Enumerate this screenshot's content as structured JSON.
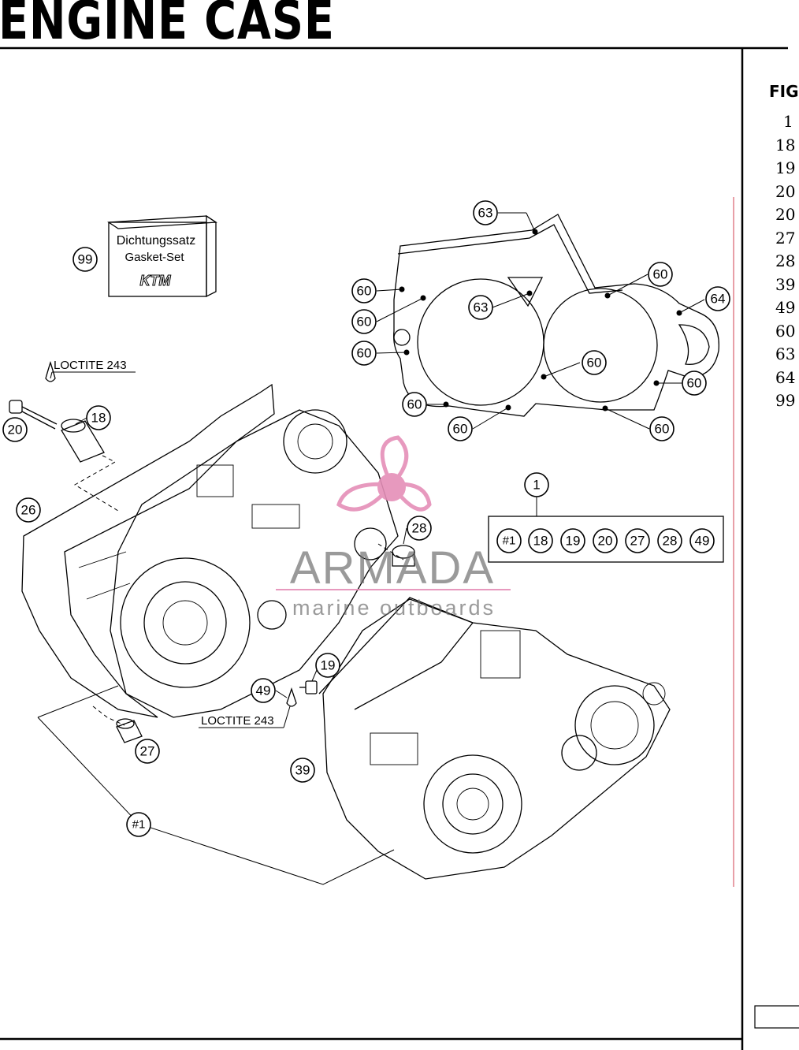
{
  "page": {
    "title": "ENGINE CASE"
  },
  "sidebar": {
    "heading": "FIG",
    "items": [
      "1",
      "18",
      "19",
      "20",
      "20",
      "27",
      "28",
      "39",
      "49",
      "60",
      "63",
      "64",
      "99"
    ]
  },
  "gasket_box": {
    "line1": "Dichtungssatz",
    "line2": "Gasket-Set",
    "logo": "KTM"
  },
  "notes": {
    "loctite_upper": "LOCTITE 243",
    "loctite_lower": "LOCTITE 243"
  },
  "callouts": {
    "c99": "99",
    "c63_top": "63",
    "c63_mid": "63",
    "c64": "64",
    "c60_a": "60",
    "c60_b": "60",
    "c60_c": "60",
    "c60_d": "60",
    "c60_e": "60",
    "c60_f": "60",
    "c60_g": "60",
    "c60_h": "60",
    "c60_i": "60",
    "c20": "20",
    "c18": "18",
    "c26": "26",
    "c28": "28",
    "c1": "1",
    "c19": "19",
    "c49": "49",
    "c27": "27",
    "c39": "39",
    "c_hash1": "#1"
  },
  "kit_box": {
    "items": [
      "#1",
      "18",
      "19",
      "20",
      "27",
      "28",
      "49"
    ]
  },
  "watermark": {
    "brand": "ARMADA",
    "tagline": "marine outboards",
    "brand_color": "#e58fb8"
  }
}
